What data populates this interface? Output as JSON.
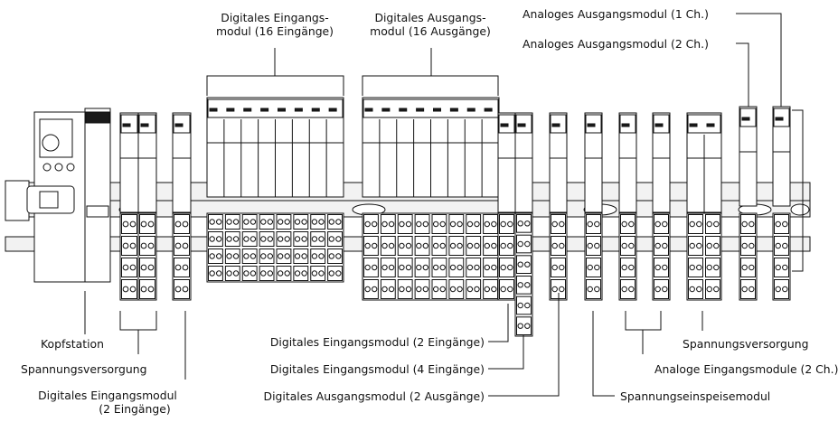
{
  "labels": {
    "dig_in_16_line1": "Digitales Eingangs-",
    "dig_in_16_line2": "modul (16 Eingänge)",
    "dig_out_16_line1": "Digitales Ausgangs-",
    "dig_out_16_line2": "modul (16 Ausgänge)",
    "analog_out_1ch": "Analoges Ausgangsmodul (1 Ch.)",
    "analog_out_2ch": "Analoges Ausgangsmodul (2 Ch.)",
    "head_station": "Kopfstation",
    "power_supply_left": "Spannungsversorgung",
    "dig_in_2_left_line1": "Digitales Eingangsmodul",
    "dig_in_2_left_line2": "(2 Eingänge)",
    "dig_in_2": "Digitales Eingangsmodul (2 Eingänge)",
    "dig_in_4": "Digitales Eingangsmodul (4 Eingänge)",
    "dig_out_2": "Digitales Ausgangsmodul (2 Ausgänge)",
    "power_supply_right": "Spannungsversorgung",
    "analog_in_2ch": "Analoge Eingangsmodule (2 Ch.)",
    "power_feed": "Spannungseinspeisemodul"
  },
  "colors": {
    "line": "#111111",
    "module_fill": "#ffffff",
    "rail_fill": "#f2f2f2",
    "dark_fill": "#1a1a1a"
  }
}
